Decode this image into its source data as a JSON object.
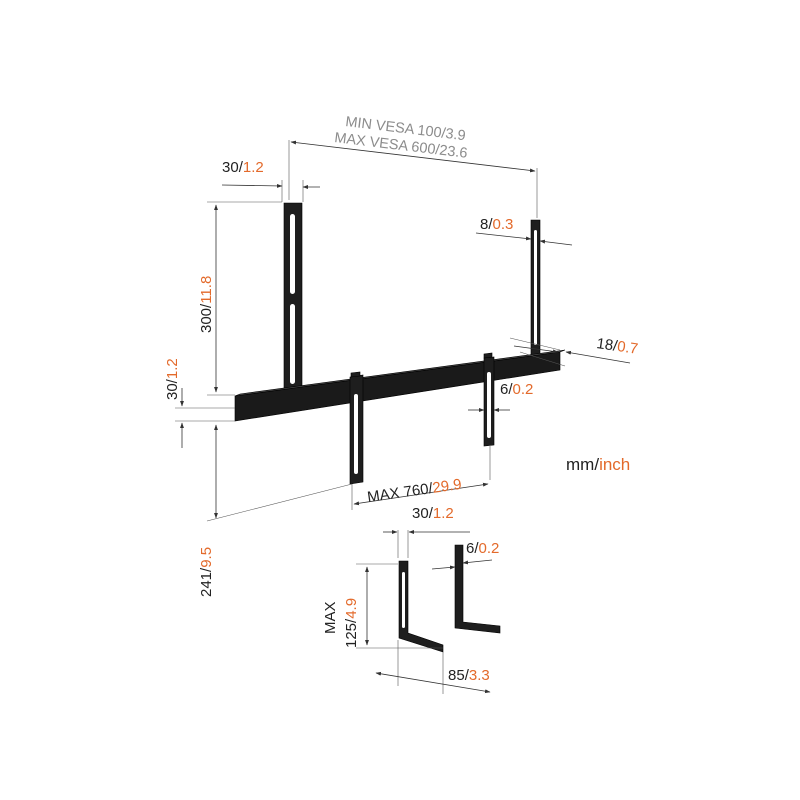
{
  "vesa": {
    "min_label": "MIN VESA 100/3.9",
    "max_label": "MAX VESA 600/23.6"
  },
  "dims": {
    "d30a": {
      "mm": "30",
      "inch": "1.2"
    },
    "d8": {
      "mm": "8",
      "inch": "0.3"
    },
    "d300": {
      "mm": "300",
      "inch": "11.8"
    },
    "d30b": {
      "mm": "30",
      "inch": "1.2"
    },
    "d18": {
      "mm": "18",
      "inch": "0.7"
    },
    "d6a": {
      "mm": "6",
      "inch": "0.2"
    },
    "d760": {
      "prefix": "MAX 760",
      "inch": "29.9"
    },
    "d241": {
      "mm": "241",
      "inch": "9.5"
    },
    "d30c": {
      "mm": "30",
      "inch": "1.2"
    },
    "d6b": {
      "mm": "6",
      "inch": "0.2"
    },
    "d125": {
      "prefix": "MAX",
      "mm": "125",
      "inch": "4.9"
    },
    "d85": {
      "mm": "85",
      "inch": "3.3"
    }
  },
  "units": {
    "mm": "mm",
    "sep": "/",
    "inch": "inch"
  },
  "colors": {
    "accent": "#e36a2b",
    "part": "#1e1e1e",
    "text": "#222222",
    "grey_text": "#8c8c8c"
  }
}
